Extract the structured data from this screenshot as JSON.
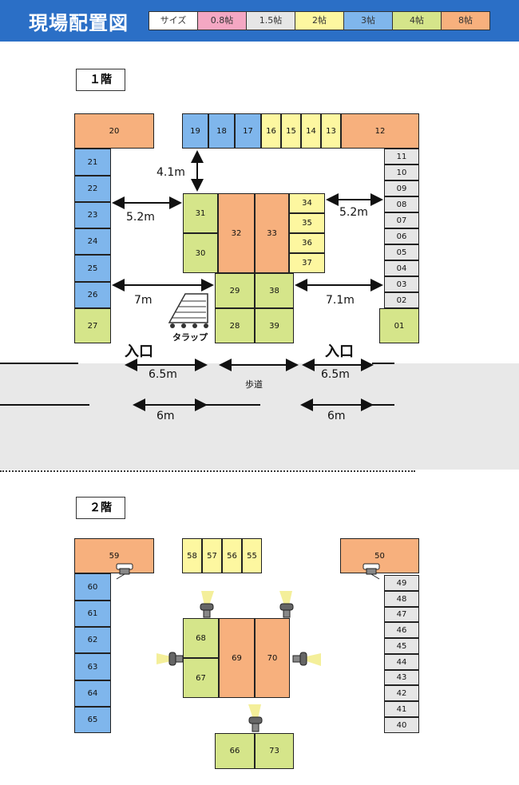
{
  "title": "現場配置図",
  "legend": [
    {
      "label": "サイズ",
      "cls": "c15w"
    },
    {
      "label": "0.8帖",
      "cls": "c08"
    },
    {
      "label": "1.5帖",
      "cls": "c15"
    },
    {
      "label": "2帖",
      "cls": "c2"
    },
    {
      "label": "3帖",
      "cls": "c3"
    },
    {
      "label": "4帖",
      "cls": "c4"
    },
    {
      "label": "8帖",
      "cls": "c8"
    }
  ],
  "floor1": {
    "label": "１階",
    "booths": {
      "b20": "20",
      "b19": "19",
      "b18": "18",
      "b17": "17",
      "b16": "16",
      "b15": "15",
      "b14": "14",
      "b13": "13",
      "b12": "12",
      "b21": "21",
      "b22": "22",
      "b23": "23",
      "b24": "24",
      "b25": "25",
      "b26": "26",
      "b27": "27",
      "b11": "11",
      "b10": "10",
      "b09": "09",
      "b08": "08",
      "b07": "07",
      "b06": "06",
      "b05": "05",
      "b04": "04",
      "b03": "03",
      "b02": "02",
      "b01": "01",
      "b31": "31",
      "b30": "30",
      "b32": "32",
      "b33": "33",
      "b34": "34",
      "b35": "35",
      "b36": "36",
      "b37": "37",
      "b29": "29",
      "b38": "38",
      "b28": "28",
      "b39": "39"
    },
    "dims": {
      "d41": "4.1m",
      "d52a": "5.2m",
      "d52b": "5.2m",
      "d7": "7m",
      "d71": "7.1m"
    },
    "entrance_left": "入口",
    "entrance_right": "入口",
    "taruppu": "タラップ",
    "sidewalk": "歩道",
    "d65a": "6.5m",
    "d65b": "6.5m",
    "d6a": "6m",
    "d6b": "6m"
  },
  "floor2": {
    "label": "２階",
    "booths": {
      "b59": "59",
      "b58": "58",
      "b57": "57",
      "b56": "56",
      "b55": "55",
      "b50": "50",
      "b60": "60",
      "b61": "61",
      "b62": "62",
      "b63": "63",
      "b64": "64",
      "b65": "65",
      "b49": "49",
      "b48": "48",
      "b47": "47",
      "b46": "46",
      "b45": "45",
      "b44": "44",
      "b43": "43",
      "b42": "42",
      "b41": "41",
      "b40": "40",
      "b68": "68",
      "b67": "67",
      "b69": "69",
      "b70": "70",
      "b66": "66",
      "b73": "73"
    }
  }
}
